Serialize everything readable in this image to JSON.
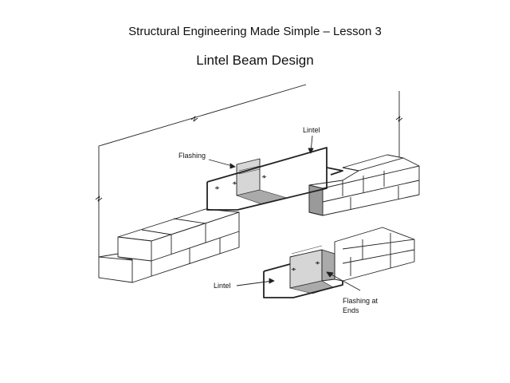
{
  "course_title": "Structural Engineering Made Simple – Lesson 3",
  "diagram_title": "Lintel Beam Design",
  "labels": {
    "lintel_top": "Lintel",
    "flashing": "Flashing",
    "lintel_bottom": "Lintel",
    "flashing_ends_line1": "Flashing at",
    "flashing_ends_line2": "Ends"
  },
  "colors": {
    "line": "#222222",
    "flashing_fill": "#d6d6d6",
    "flashing_dark": "#aaaaaa",
    "block_shadow": "#9a9a9a"
  }
}
